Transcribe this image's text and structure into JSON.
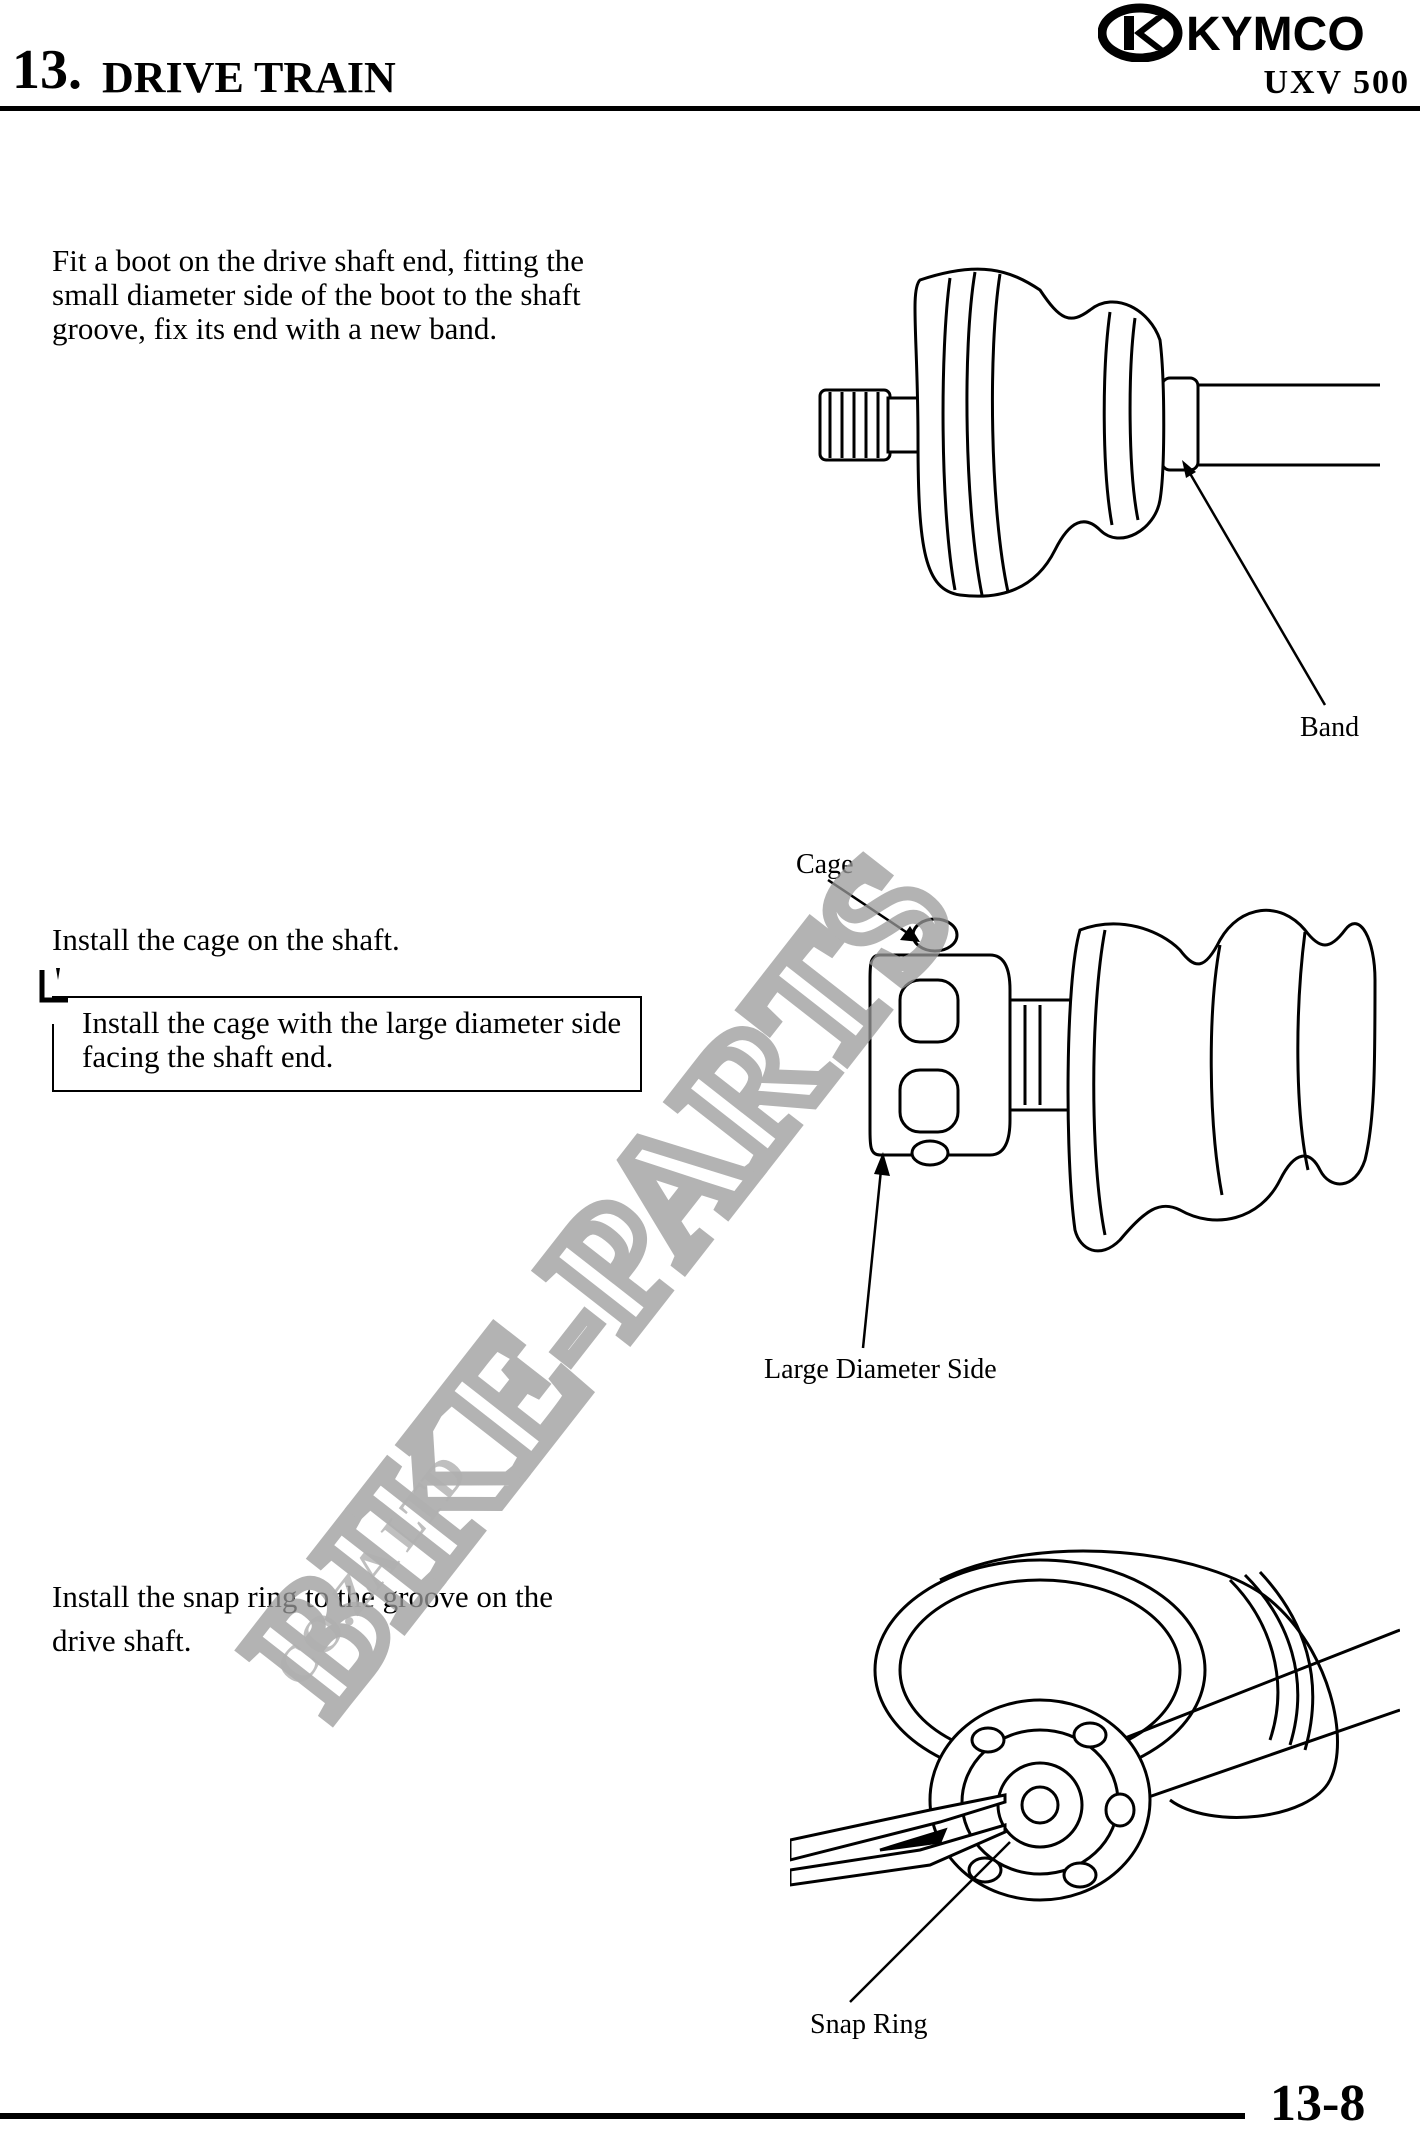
{
  "header": {
    "chapter_number": "13.",
    "chapter_title": "DRIVE TRAIN",
    "brand": "KYMCO",
    "model": "UXV 500"
  },
  "steps": [
    {
      "text": "Fit a boot on the drive shaft end, fitting the small diameter side of the boot to the shaft groove, fix its end with a new band.",
      "labels": [
        "Band"
      ]
    },
    {
      "text": "Install the cage on the shaft.",
      "note": "Install the cage with the large diameter side facing the shaft end.",
      "labels": [
        "Cage",
        "Large Diameter Side"
      ]
    },
    {
      "text": "Install the snap ring to the groove on the drive shaft.",
      "labels": [
        "Snap Ring"
      ]
    }
  ],
  "watermark": {
    "main": "BIKE-PARTS",
    "sub": "CO.ZA LTD"
  },
  "footer": {
    "page_number": "13-8"
  }
}
